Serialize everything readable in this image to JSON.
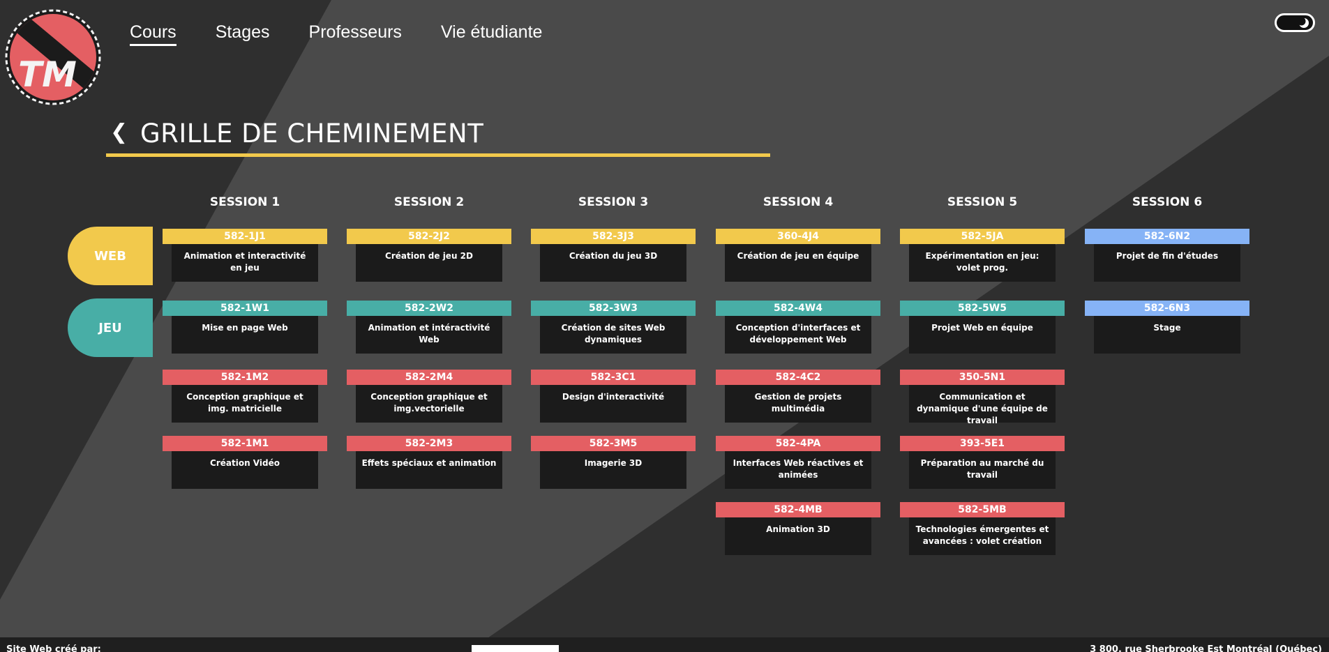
{
  "colors": {
    "web": "#f2c94c",
    "jeu": "#48aea6",
    "commun": "#e45f63",
    "fin": "#86b3f6",
    "card": "#1b1b1b"
  },
  "logo": {
    "text": "TM"
  },
  "nav": [
    {
      "label": "Cours",
      "active": true
    },
    {
      "label": "Stages",
      "active": false
    },
    {
      "label": "Professeurs",
      "active": false
    },
    {
      "label": "Vie étudiante",
      "active": false
    }
  ],
  "toggle": {
    "icon": "moon-icon",
    "state": "dark"
  },
  "page": {
    "back_icon": "❮",
    "title": "GRILLE DE CHEMINEMENT"
  },
  "tracks": [
    {
      "label": "WEB"
    },
    {
      "label": "JEU"
    }
  ],
  "sessions": [
    {
      "label": "SESSION 1",
      "courses": [
        {
          "code": "582-1J1",
          "name": "Animation et interactivité en jeu",
          "color": "#f2c94c"
        },
        {
          "code": "582-1W1",
          "name": "Mise en page Web",
          "color": "#48aea6"
        },
        {
          "code": "582-1M2",
          "name": "Conception graphique et img. matricielle",
          "color": "#e45f63"
        },
        {
          "code": "582-1M1",
          "name": "Création Vidéo",
          "color": "#e45f63"
        }
      ]
    },
    {
      "label": "SESSION 2",
      "courses": [
        {
          "code": "582-2J2",
          "name": "Création de jeu 2D",
          "color": "#f2c94c"
        },
        {
          "code": "582-2W2",
          "name": "Animation et intéractivité Web",
          "color": "#48aea6"
        },
        {
          "code": "582-2M4",
          "name": "Conception graphique et img.vectorielle",
          "color": "#e45f63"
        },
        {
          "code": "582-2M3",
          "name": "Effets spéciaux et animation",
          "color": "#e45f63"
        }
      ]
    },
    {
      "label": "SESSION 3",
      "courses": [
        {
          "code": "582-3J3",
          "name": "Création du jeu 3D",
          "color": "#f2c94c"
        },
        {
          "code": "582-3W3",
          "name": "Création de sites Web dynamiques",
          "color": "#48aea6"
        },
        {
          "code": "582-3C1",
          "name": "Design d'interactivité",
          "color": "#e45f63"
        },
        {
          "code": "582-3M5",
          "name": "Imagerie 3D",
          "color": "#e45f63"
        }
      ]
    },
    {
      "label": "SESSION 4",
      "courses": [
        {
          "code": "360-4J4",
          "name": "Création de jeu en équipe",
          "color": "#f2c94c"
        },
        {
          "code": "582-4W4",
          "name": "Conception d'interfaces et développement Web",
          "color": "#48aea6"
        },
        {
          "code": "582-4C2",
          "name": "Gestion de projets multimédia",
          "color": "#e45f63"
        },
        {
          "code": "582-4PA",
          "name": "Interfaces Web réactives et animées",
          "color": "#e45f63"
        },
        {
          "code": "582-4MB",
          "name": "Animation 3D",
          "color": "#e45f63"
        }
      ]
    },
    {
      "label": "SESSION 5",
      "courses": [
        {
          "code": "582-5JA",
          "name": "Expérimentation en jeu: volet prog.",
          "color": "#f2c94c"
        },
        {
          "code": "582-5W5",
          "name": "Projet Web en équipe",
          "color": "#48aea6"
        },
        {
          "code": "350-5N1",
          "name": "Communication et dynamique d'une équipe de travail",
          "color": "#e45f63"
        },
        {
          "code": "393-5E1",
          "name": "Préparation au marché du travail",
          "color": "#e45f63"
        },
        {
          "code": "582-5MB",
          "name": "Technologies émergentes et avancées : volet création",
          "color": "#e45f63"
        }
      ]
    },
    {
      "label": "SESSION 6",
      "courses": [
        {
          "code": "582-6N2",
          "name": "Projet de fin d'études",
          "color": "#86b3f6"
        },
        {
          "code": "582-6N3",
          "name": "Stage",
          "color": "#86b3f6"
        }
      ]
    }
  ],
  "footer": {
    "left": "Site Web créé par:",
    "right": "3 800, rue Sherbrooke Est Montréal (Québec)"
  }
}
